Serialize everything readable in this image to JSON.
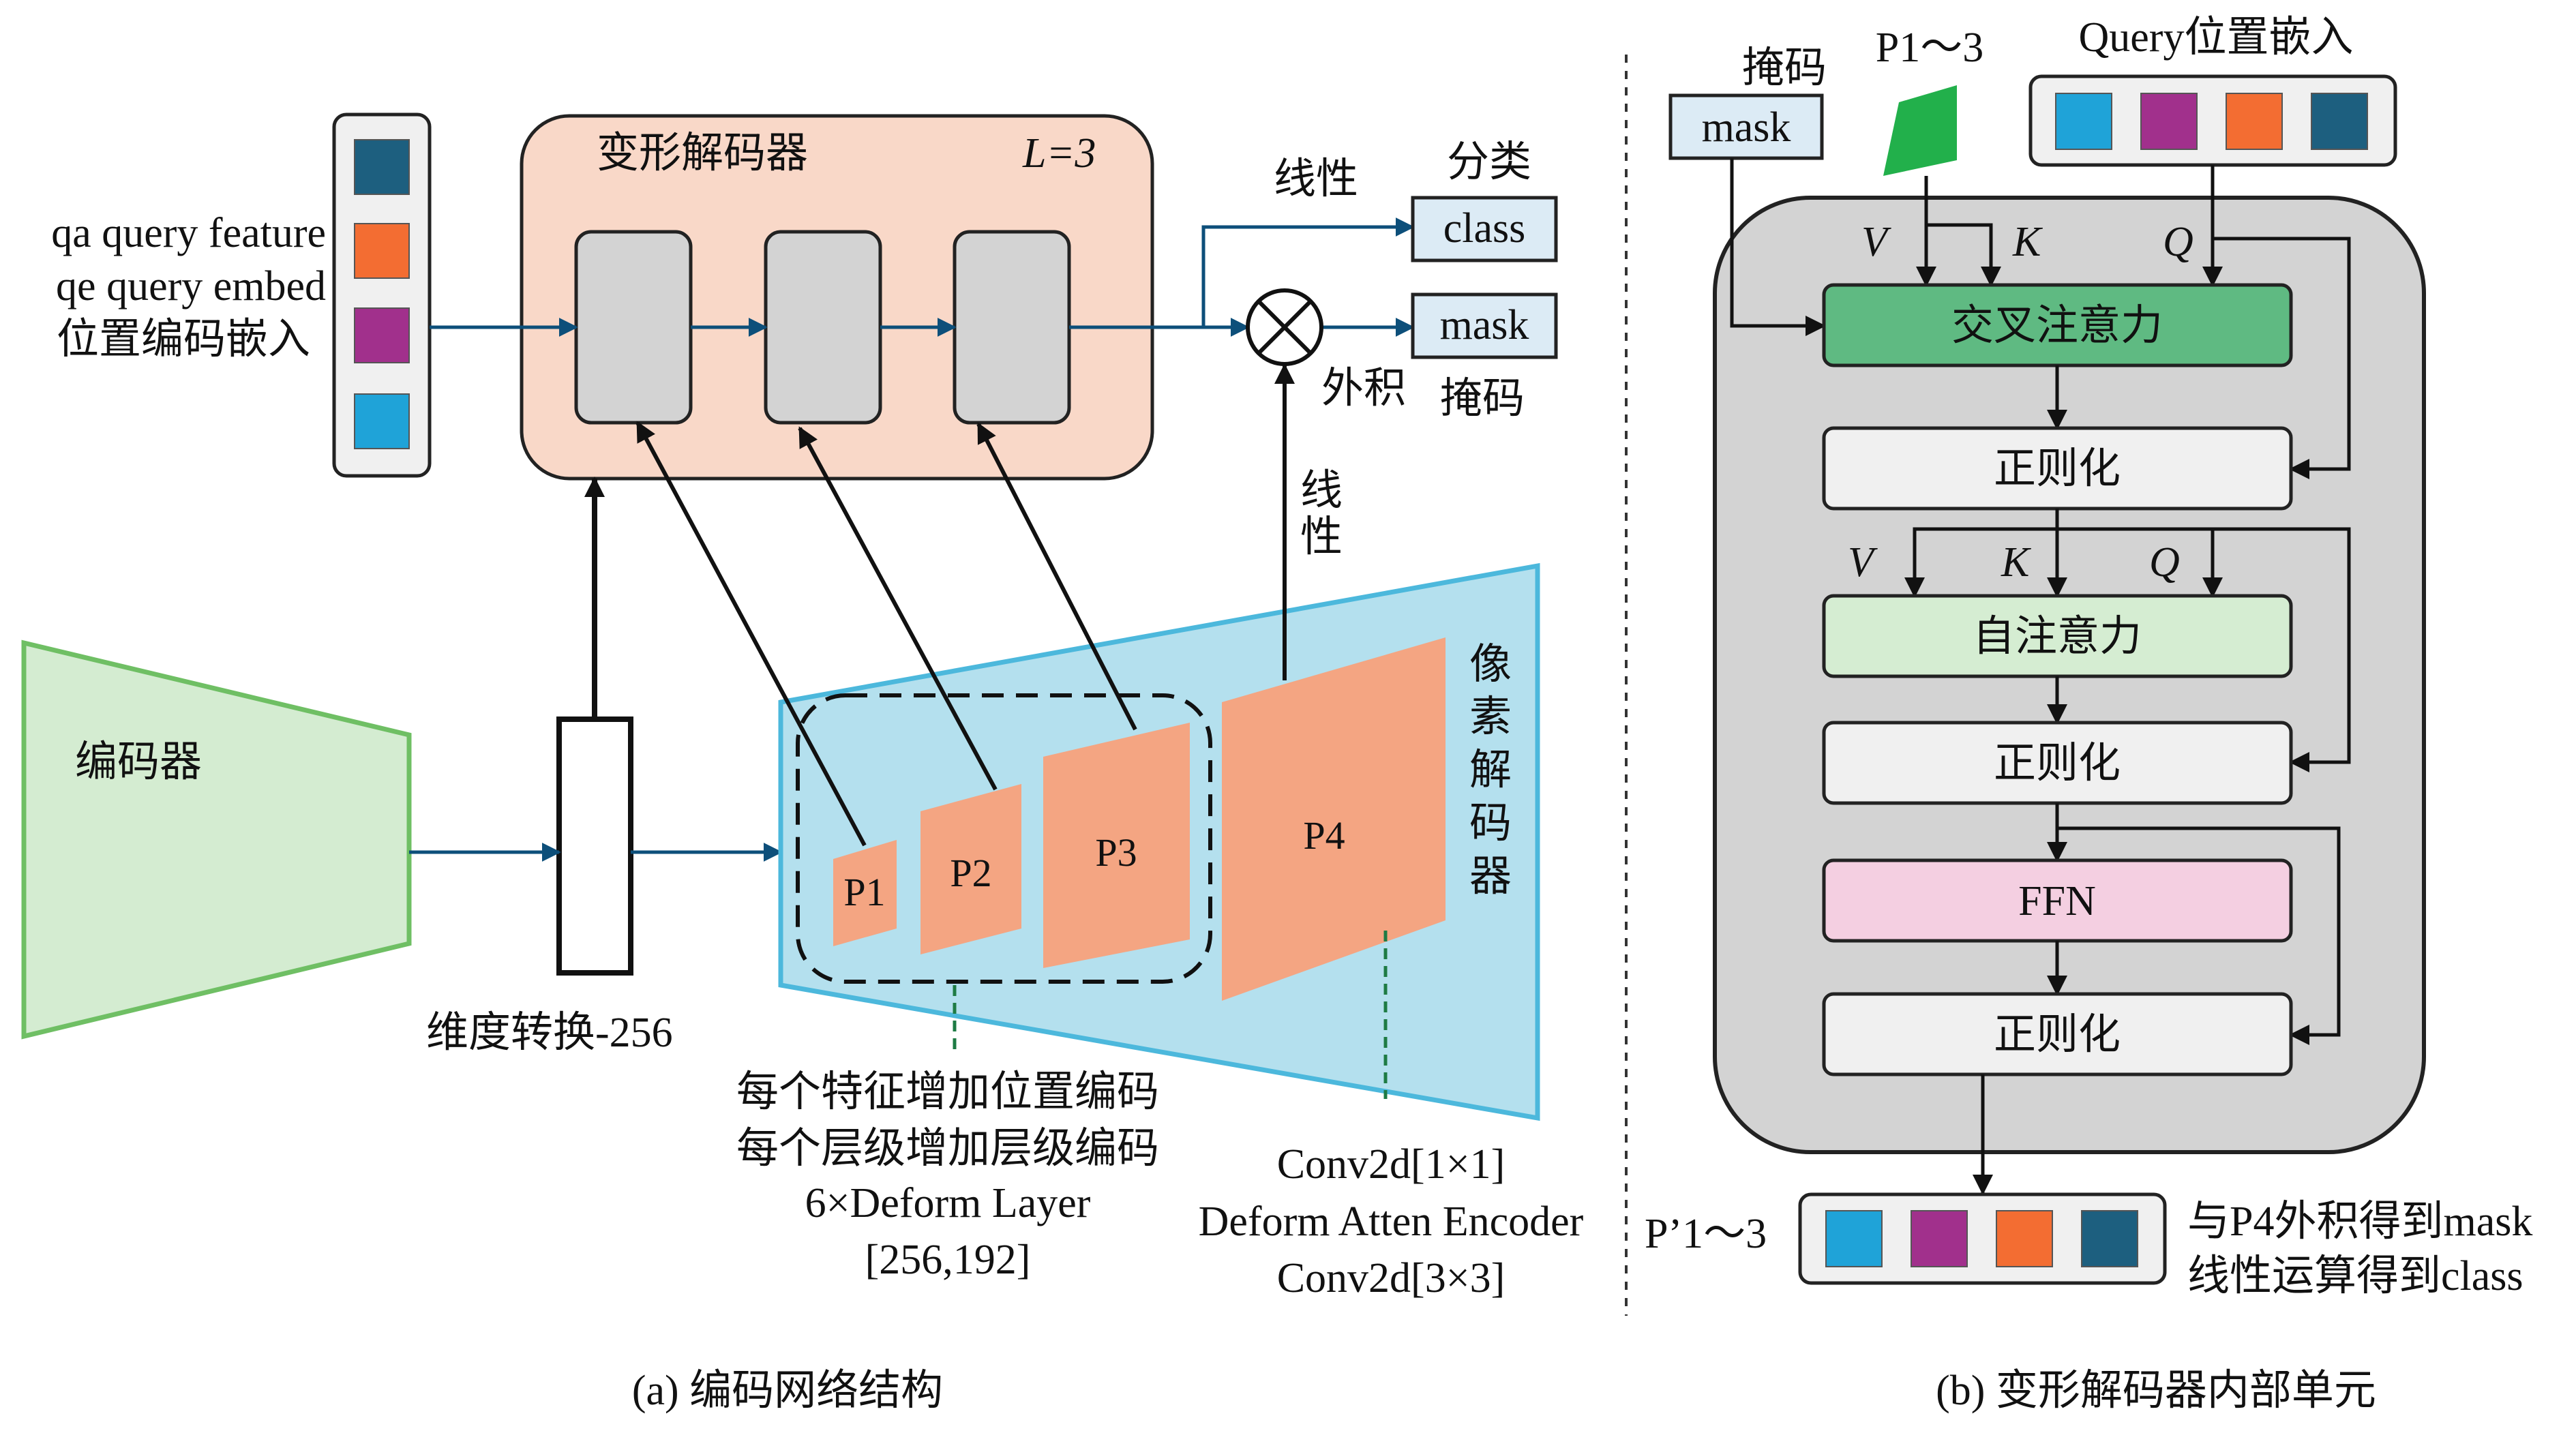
{
  "colors": {
    "line": "#0d4f7a",
    "decoder_bg": "#f9d8c8",
    "gray_block": "#d3d3d3",
    "encoder_fill": "#d4ecd1",
    "encoder_stroke": "#6fbf64",
    "pixel_fill": "#b4e0ee",
    "pixel_stroke": "#4cb8dc",
    "p_fill": "#f4a582",
    "output_box": "#dcebf5",
    "cross_attn": "#5fba82",
    "self_attn": "#d5edd2",
    "ffn": "#f4cfe1",
    "norm": "#f0f0f0",
    "unit_bg": "#d3d3d3",
    "parallelogram": "#22b04b",
    "swatch_dark_blue": "#1d5f7f",
    "swatch_orange": "#f36d32",
    "swatch_purple": "#a1308c",
    "swatch_cyan": "#1fa3d8"
  },
  "left": {
    "query_labels": [
      "qa query feature",
      "qe query embed",
      "位置编码嵌入"
    ],
    "query_swatches": [
      "swatch_dark_blue",
      "swatch_orange",
      "swatch_purple",
      "swatch_cyan"
    ],
    "decoder_title": "变形解码器",
    "decoder_layers": "L=3",
    "linear_top": "线性",
    "class_title": "分类",
    "class_box": "class",
    "mask_box": "mask",
    "outer_product": "外积",
    "mask_title": "掩码",
    "linear_vertical": [
      "线",
      "性"
    ],
    "encoder": "编码器",
    "dim_transform": "维度转换-256",
    "pixel_decoder": [
      "像",
      "素",
      "解",
      "码",
      "器"
    ],
    "levels": [
      "P1",
      "P2",
      "P3",
      "P4"
    ],
    "notes_left": [
      "每个特征增加位置编码",
      "每个层级增加层级编码",
      "6×Deform Layer",
      "[256,192]"
    ],
    "notes_right": [
      "Conv2d[1×1]",
      "Deform Atten Encoder",
      "Conv2d[3×3]"
    ],
    "caption": "(a) 编码网络结构"
  },
  "right": {
    "mask_title": "掩码",
    "mask_box": "mask",
    "p_input": "P1～3",
    "query_title": "Query位置嵌入",
    "query_swatches": [
      "swatch_cyan",
      "swatch_purple",
      "swatch_orange",
      "swatch_dark_blue"
    ],
    "cross_v": "V",
    "cross_k": "K",
    "cross_q": "Q",
    "cross_attention": "交叉注意力",
    "norm1": "正则化",
    "self_v": "V",
    "self_k": "K",
    "self_q": "Q",
    "self_attention": "自注意力",
    "norm2": "正则化",
    "ffn": "FFN",
    "norm3": "正则化",
    "output_label": "P’1～3",
    "output_swatches": [
      "swatch_cyan",
      "swatch_purple",
      "swatch_orange",
      "swatch_dark_blue"
    ],
    "output_notes": [
      "与P4外积得到mask",
      "线性运算得到class"
    ],
    "caption": "(b) 变形解码器内部单元"
  }
}
